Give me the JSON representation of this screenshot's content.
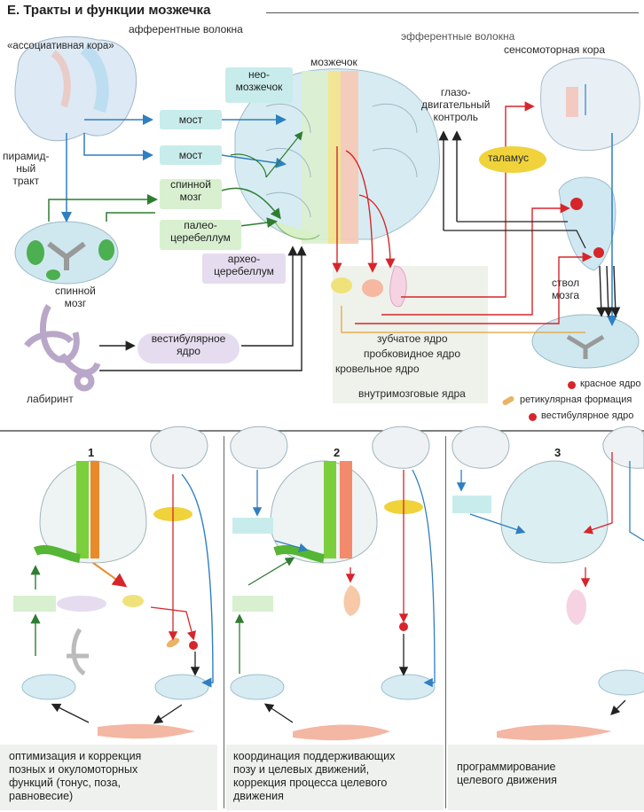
{
  "title": "Е. Тракты и функции мозжечка",
  "labels": {
    "afferent": "афферентные волокна",
    "assoc_cortex": "«ассоциативная кора»",
    "pyramid_tract": "пирамид-\nный\nтракт",
    "spinal_cord": "спинной\nмозг",
    "labyrinth": "лабиринт",
    "cerebellum": "мозжечок",
    "efferent": "эфферентные волокна",
    "sensorimotor_cortex": "сенсомоторная кора",
    "eye_motor_control": "глазо-\nдвигательный\nконтроль",
    "thalamus": "таламус",
    "brainstem": "ствол\nмозга",
    "neocerebellum": "нео-\nмозжечок",
    "pons1": "мост",
    "pons2": "мост",
    "spinal_box": "спинной\nмозг",
    "paleocerebellum": "палео-\nцеребеллум",
    "archeocerebellum": "архео-\nцеребеллум",
    "vestibular_nucleus_box": "вестибулярное\nядро",
    "dentate": "зубчатое ядро",
    "emboliform": "пробковидное ядро",
    "fastigial": "кровельное ядро",
    "intracerebellar": "внутримозговые ядра"
  },
  "legend": {
    "red_nucleus": "красное ядро",
    "reticular": "ретикулярная формация",
    "vestibular": "вестибулярное ядро"
  },
  "panels": [
    {
      "number": "1",
      "caption": "оптимизация и коррекция\nпозных и окуломоторных\nфункций (тонус, поза,\nравновесие)"
    },
    {
      "number": "2",
      "caption": "координация поддерживающих\nпозу и целевых движений,\nкоррекция процесса целевого\nдвижения"
    },
    {
      "number": "3",
      "caption": "программирование\nцелевого движения"
    }
  ],
  "colors": {
    "blue": "#2f7fc1",
    "green": "#2e7d32",
    "red": "#d6262b",
    "dark": "#222222",
    "teal_box": "#c8ecec",
    "green_box": "#d8f0d0",
    "lilac_box": "#e6dcef",
    "thalamus": "#f0d23a"
  }
}
